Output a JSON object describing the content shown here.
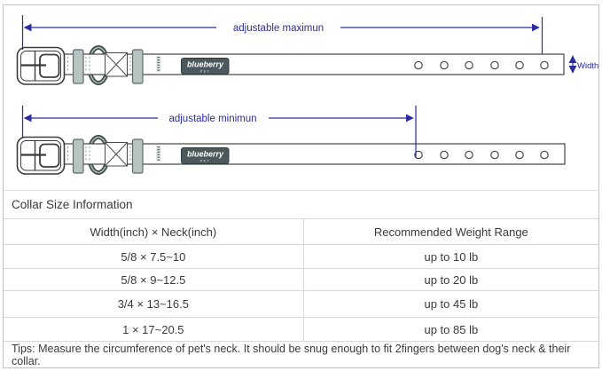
{
  "diagram": {
    "max_label": "adjustable maximun",
    "min_label": "adjustable minimun",
    "width_label": "Width",
    "brand": {
      "name": "blueberry",
      "sub": "PET"
    },
    "colors": {
      "accent_blue": "#2b2ba4",
      "collar_outline": "#434343",
      "keeper_fill": "#b7c4c2",
      "label_bg": "#4b595d",
      "frame_border": "#c2c2c2"
    },
    "holes_per_collar": 6
  },
  "table": {
    "title": "Collar Size Information",
    "columns": [
      "Width(inch)  ×  Neck(inch)",
      "Recommended Weight Range"
    ],
    "rows": [
      {
        "size": "5/8 × 7.5~10",
        "weight": "up to 10 lb"
      },
      {
        "size": "5/8 × 9~12.5",
        "weight": "up to 20 lb"
      },
      {
        "size": "3/4 × 13~16.5",
        "weight": "up to 45 lb"
      },
      {
        "size": "1 × 17~20.5",
        "weight": "up to 85 lb"
      }
    ],
    "tips": "Tips: Measure the circumference of pet's neck. It should be snug enough to fit 2fingers between dog's neck & their collar."
  }
}
